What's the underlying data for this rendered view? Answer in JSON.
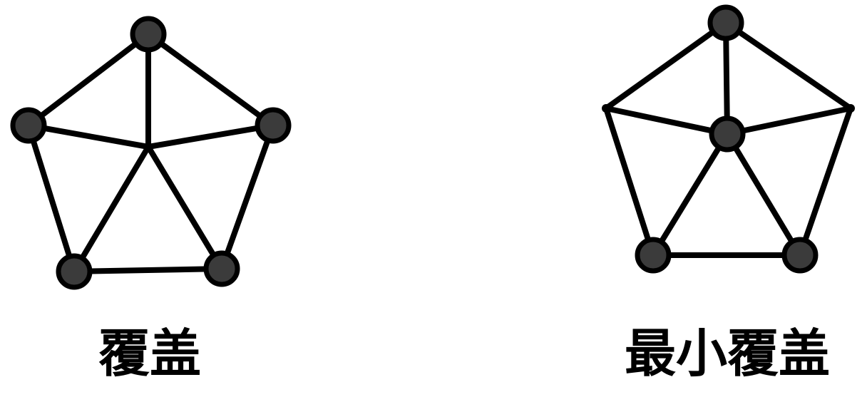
{
  "labels": {
    "left": "覆盖",
    "right": "最小覆盖"
  },
  "colors": {
    "edge": "#000000",
    "node_fill": "#3b3b3b",
    "node_stroke": "#000000",
    "background": "#ffffff"
  },
  "graphs": [
    {
      "name": "cover",
      "nodes": [
        {
          "id": "top",
          "in_cover": true
        },
        {
          "id": "left",
          "in_cover": true
        },
        {
          "id": "right",
          "in_cover": true
        },
        {
          "id": "bottom-left",
          "in_cover": true
        },
        {
          "id": "bottom-right",
          "in_cover": true
        },
        {
          "id": "center",
          "in_cover": false
        }
      ],
      "edges": [
        [
          "top",
          "left"
        ],
        [
          "top",
          "right"
        ],
        [
          "left",
          "bottom-left"
        ],
        [
          "right",
          "bottom-right"
        ],
        [
          "bottom-left",
          "bottom-right"
        ],
        [
          "center",
          "top"
        ],
        [
          "center",
          "left"
        ],
        [
          "center",
          "right"
        ],
        [
          "center",
          "bottom-left"
        ],
        [
          "center",
          "bottom-right"
        ]
      ]
    },
    {
      "name": "minimum-cover",
      "nodes": [
        {
          "id": "top",
          "in_cover": true
        },
        {
          "id": "left",
          "in_cover": false
        },
        {
          "id": "right",
          "in_cover": false
        },
        {
          "id": "bottom-left",
          "in_cover": true
        },
        {
          "id": "bottom-right",
          "in_cover": true
        },
        {
          "id": "center",
          "in_cover": true
        }
      ],
      "edges": [
        [
          "top",
          "left"
        ],
        [
          "top",
          "right"
        ],
        [
          "left",
          "bottom-left"
        ],
        [
          "right",
          "bottom-right"
        ],
        [
          "bottom-left",
          "bottom-right"
        ],
        [
          "center",
          "top"
        ],
        [
          "center",
          "left"
        ],
        [
          "center",
          "right"
        ],
        [
          "center",
          "bottom-left"
        ],
        [
          "center",
          "bottom-right"
        ]
      ]
    }
  ]
}
